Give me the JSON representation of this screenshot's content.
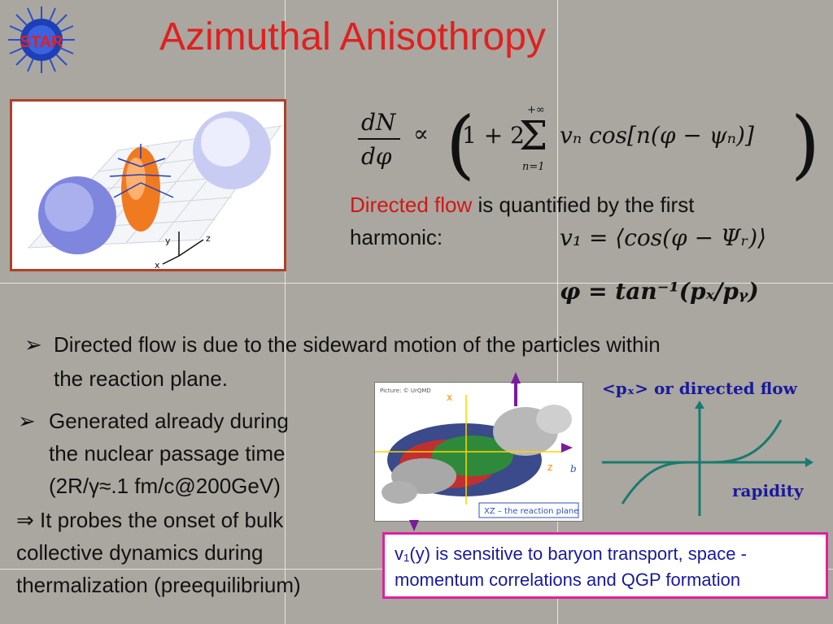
{
  "slide": {
    "title": "Azimuthal Anisothropy",
    "logo_text": "STAR",
    "formula_main": {
      "lhs_num": "dN",
      "lhs_den": "dφ",
      "propto": "∝",
      "one_plus_two": "1 + 2",
      "sum_upper": "+∞",
      "sum_lower": "n=1",
      "term": "vₙ cos[n(φ − ψₙ)]"
    },
    "directed_flow_lead": "Directed flow",
    "directed_flow_rest": " is quantified by the first",
    "harmonic_label": "harmonic:",
    "formula_v1": "v₁ = ⟨cos(φ − Ψᵣ)⟩",
    "formula_phi": "φ = tan⁻¹(pₓ/pᵧ)",
    "bullet1_line1": "Directed flow is due to the sideward motion of the particles within",
    "bullet1_line2": "the reaction plane.",
    "bullet2_line1": "Generated already during",
    "bullet2_line2": "the nuclear passage time",
    "bullet2_line3": "(2R/γ≈.1 fm/c@200GeV)",
    "probe_line1": "⇒ It probes the onset of bulk",
    "probe_line2": "collective dynamics during",
    "probe_line3": "thermalization (preequilibrium)",
    "urqmd_credit": "Picture: © UrQMD",
    "urqmd_caption": "XZ – the reaction plane",
    "axis_x": "x",
    "axis_z": "z",
    "axis_b": "b",
    "collision_axes": {
      "y": "y",
      "z": "z",
      "x": "x"
    },
    "plot_title": "<pₓ> or directed flow",
    "plot_xlabel": "rapidity",
    "box_line1": "v₁(y) is sensitive to baryon transport, space -",
    "box_line2": "momentum correlations and QGP formation",
    "colors": {
      "title": "#e02020",
      "directed_flow": "#d01818",
      "plot_text": "#1a1a9c",
      "curve": "#1a7a70",
      "box_border": "#e020a0"
    }
  }
}
